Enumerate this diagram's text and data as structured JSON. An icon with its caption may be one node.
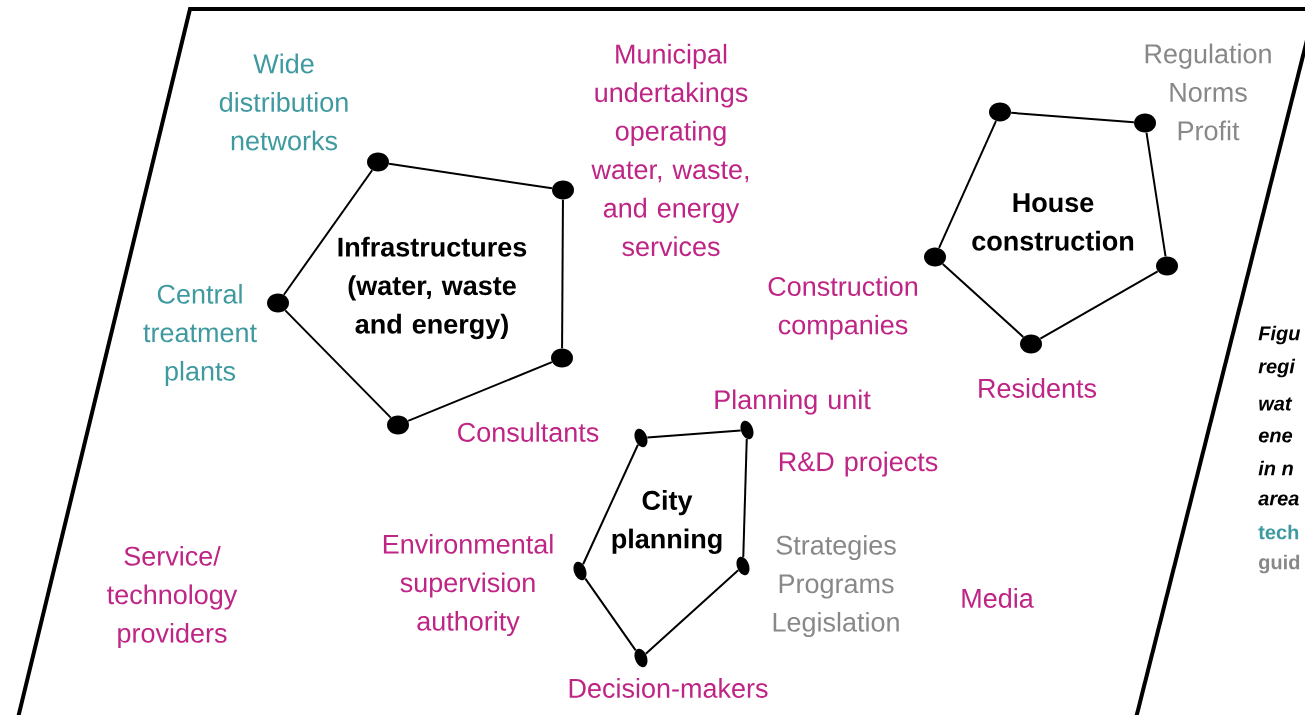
{
  "diagram": {
    "nodes": [
      {
        "text": [],
        "shape": "circle"
      },
      {
        "text": [],
        "shape": "circle"
      },
      {
        "text": [],
        "shape": "circle"
      },
      {
        "text": [],
        "shape": "circle"
      },
      {
        "text": [],
        "shape": "circle"
      },
      {
        "text": [],
        "shape": "circle"
      },
      {
        "text": [],
        "shape": "circle"
      },
      {
        "text": [],
        "shape": "circle"
      },
      {
        "text": [],
        "shape": "circle"
      },
      {
        "text": [],
        "shape": "circle"
      },
      {
        "text": [],
        "shape": "circle"
      },
      {
        "text": [],
        "shape": "circle"
      },
      {
        "text": [],
        "shape": "circle"
      },
      {
        "text": [],
        "shape": "circle"
      },
      {
        "text": [],
        "shape": "circle"
      }
    ],
    "edges": [
      {
        "from": 0,
        "to": 1,
        "arrow": "none"
      },
      {
        "from": 1,
        "to": 2,
        "arrow": "none"
      },
      {
        "from": 2,
        "to": 3,
        "arrow": "none"
      },
      {
        "from": 3,
        "to": 4,
        "arrow": "none"
      },
      {
        "from": 4,
        "to": 0,
        "arrow": "none"
      },
      {
        "from": 5,
        "to": 6,
        "arrow": "none"
      },
      {
        "from": 6,
        "to": 7,
        "arrow": "none"
      },
      {
        "from": 7,
        "to": 8,
        "arrow": "none"
      },
      {
        "from": 8,
        "to": 9,
        "arrow": "none"
      },
      {
        "from": 9,
        "to": 5,
        "arrow": "none"
      },
      {
        "from": 10,
        "to": 11,
        "arrow": "none"
      },
      {
        "from": 11,
        "to": 12,
        "arrow": "none"
      },
      {
        "from": 12,
        "to": 13,
        "arrow": "none"
      },
      {
        "from": 13,
        "to": 14,
        "arrow": "none"
      },
      {
        "from": 14,
        "to": 10,
        "arrow": "none"
      }
    ],
    "labels": [
      "Wide distribution networks",
      "Municipal undertakings operating water, waste, and energy services",
      "Regulation Norms Profit",
      "Infrastructures (water, waste and energy)",
      "House construction",
      "Central treatment plants",
      "Construction companies",
      "Residents",
      "Planning unit",
      "Consultants",
      "R&D projects",
      "City planning",
      "Service/ technology providers",
      "Environmental supervision authority",
      "Strategies Programs Legislation",
      "Media",
      "Decision-makers",
      "Figu",
      "regi",
      "wat",
      "ene",
      "in n",
      "area",
      "tech",
      "guid"
    ]
  }
}
